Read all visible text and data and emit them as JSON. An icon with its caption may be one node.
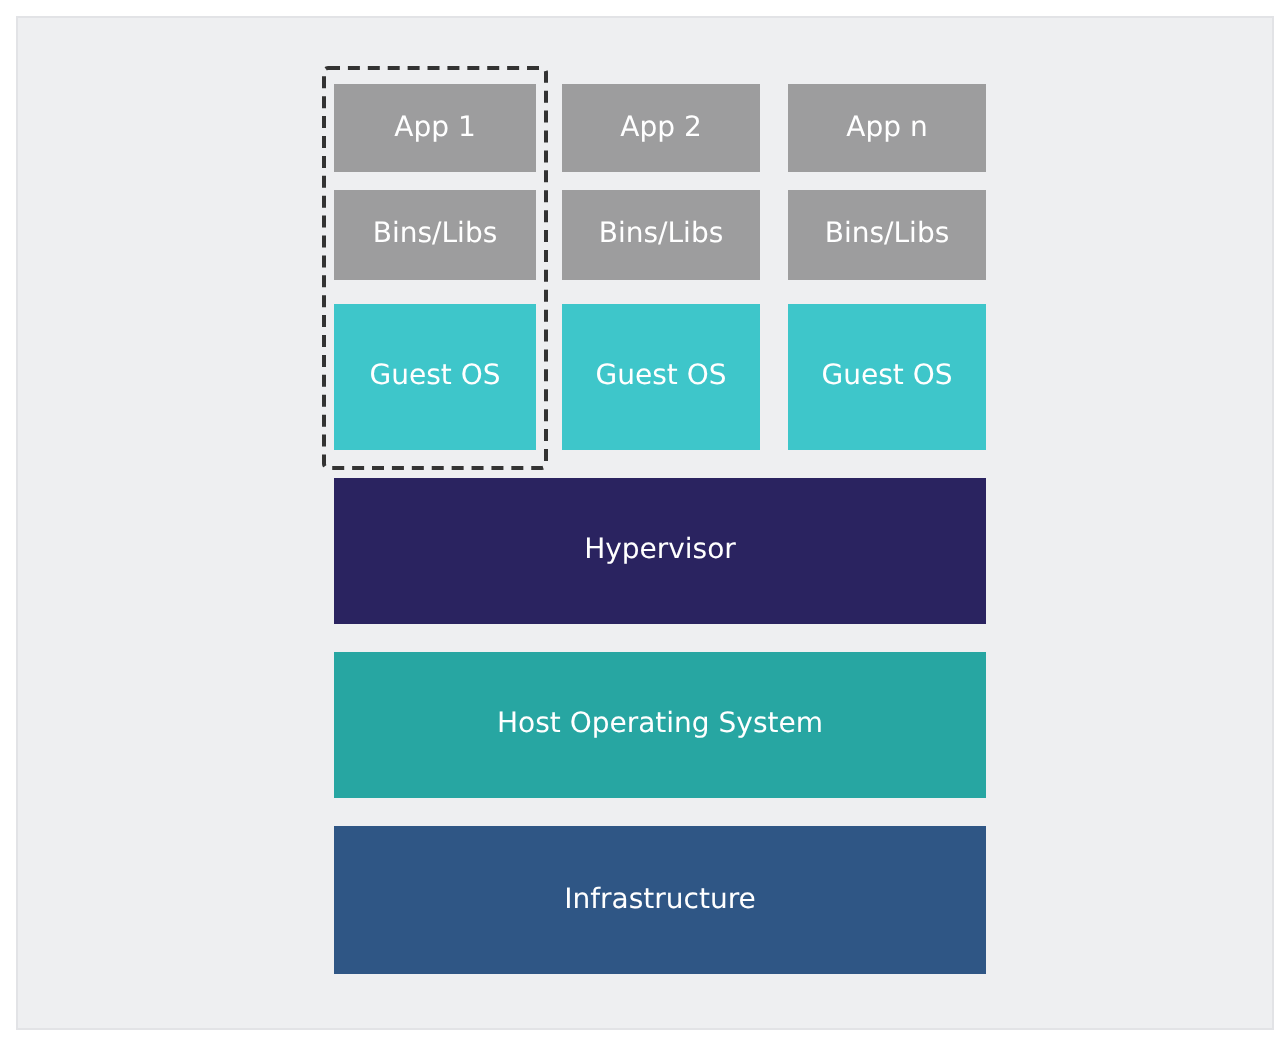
{
  "diagram": {
    "nodes": [
      {
        "text": [],
        "shape": "box"
      },
      {
        "text": [
          "App 1"
        ],
        "in": 0
      },
      {
        "text": [
          "App 2"
        ]
      },
      {
        "text": [
          "App n"
        ]
      },
      {
        "text": [
          "Bins/Libs"
        ],
        "in": 0
      },
      {
        "text": [
          "Bins/Libs"
        ]
      },
      {
        "text": [
          "Bins/Libs"
        ]
      },
      {
        "text": [
          "Guest OS"
        ],
        "in": 0
      },
      {
        "text": [
          "Guest OS"
        ]
      },
      {
        "text": [
          "Guest OS"
        ]
      },
      {
        "text": [
          "Hypervisor"
        ]
      },
      {
        "text": [
          "Host Operating System"
        ]
      },
      {
        "text": [
          "Infrastructure"
        ]
      }
    ]
  }
}
